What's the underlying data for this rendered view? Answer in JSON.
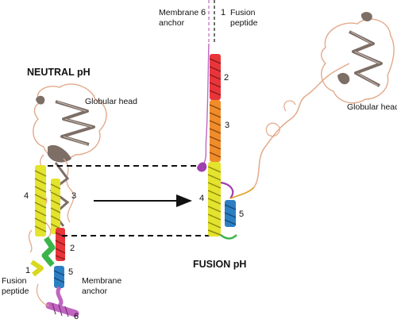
{
  "states": {
    "neutral": {
      "title": "NEUTRAL pH"
    },
    "fusion": {
      "title": "FUSION pH"
    }
  },
  "labels": {
    "globular_head": "Globular head",
    "membrane_anchor_line1": "Membrane",
    "membrane_anchor_line2": "anchor",
    "fusion_peptide_line1": "Fusion",
    "fusion_peptide_line2": "peptide"
  },
  "segments": {
    "n1": "1",
    "n2": "2",
    "n3": "3",
    "n4": "4",
    "n5": "5",
    "n6": "6"
  },
  "colors": {
    "head": "#e3a98a",
    "head_dark": "#7d6e66",
    "seg1": "#d8d820",
    "seg2": "#e8353a",
    "seg3": "#f08c2a",
    "seg4": "#e4e32d",
    "seg5": "#2d7fc4",
    "seg6": "#c066c0",
    "green": "#3bb54a",
    "magenta_loop": "#a040b0"
  }
}
